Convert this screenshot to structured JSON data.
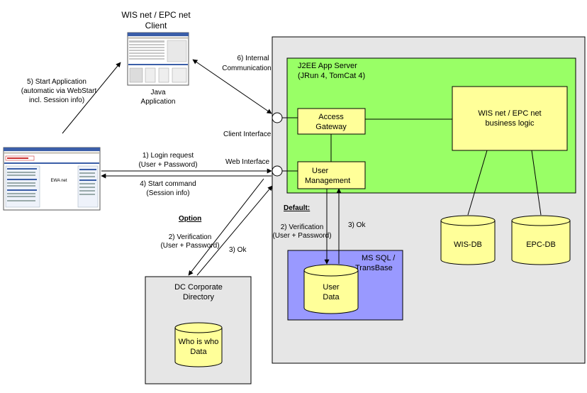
{
  "client_app": {
    "title_line1": "WIS net / EPC net",
    "title_line2": "Client",
    "caption_line1": "Java",
    "caption_line2": "Application"
  },
  "ewa": {
    "label": "EWA net"
  },
  "server": {
    "title_line1": "J2EE  App Server",
    "title_line2": "(JRun 4, TomCat 4)"
  },
  "components": {
    "access_gateway_line1": "Access",
    "access_gateway_line2": "Gateway",
    "user_mgmt_line1": "User",
    "user_mgmt_line2": "Management",
    "business_logic_line1": "WIS net / EPC net",
    "business_logic_line2": "business logic"
  },
  "interfaces": {
    "client": "Client Interface",
    "web": "Web Interface"
  },
  "databases": {
    "wis": "WIS-DB",
    "epc": "EPC-DB",
    "user_data_line1": "User",
    "user_data_line2": "Data",
    "whoiswho_line1": "Who is who",
    "whoiswho_line2": "Data"
  },
  "sql_box": {
    "line1": "MS SQL /",
    "line2": "TransBase"
  },
  "directory": {
    "line1": "DC Corporate",
    "line2": "Directory"
  },
  "labels": {
    "start_app_line1": "5) Start Application",
    "start_app_line2": "(automatic via WebStart",
    "start_app_line3": "incl. Session info)",
    "internal_comm_line1": "6) Internal",
    "internal_comm_line2": "Communication",
    "login_line1": "1) Login request",
    "login_line2": "(User + Password)",
    "start_cmd_line1": "4) Start command",
    "start_cmd_line2": "(Session info)",
    "option": "Option",
    "default": "Default:",
    "verif_opt_line1": "2) Verification",
    "verif_opt_line2": "(User + Password)",
    "ok_opt": "3) Ok",
    "verif_def_line1": "2) Verification",
    "verif_def_line2": "(User + Password)",
    "ok_def": "3) Ok"
  },
  "colors": {
    "server_fill": "#e6e6e6",
    "app_server_fill": "#99ff66",
    "component_fill": "#ffff99",
    "db_fill": "#ffff99",
    "sql_fill": "#9999ff",
    "directory_fill": "#e6e6e6"
  }
}
